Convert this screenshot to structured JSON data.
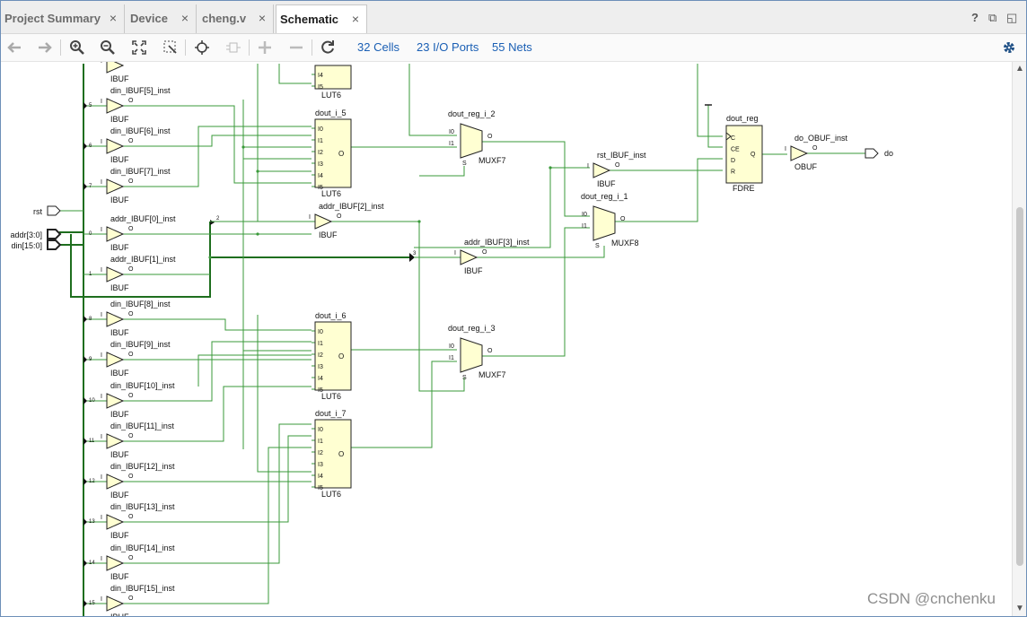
{
  "tabs": [
    {
      "label": "Project Summary",
      "close": "×"
    },
    {
      "label": "Device",
      "close": "×"
    },
    {
      "label": "cheng.v",
      "close": "×"
    },
    {
      "label": "Schematic",
      "close": "×"
    }
  ],
  "window_controls": {
    "help": "?",
    "restore": "⧉",
    "maximize": "◱"
  },
  "toolbar": {
    "cells": "32 Cells",
    "io_ports": "23 I/O Ports",
    "nets": "55 Nets",
    "icons": [
      "back-icon",
      "forward-icon",
      "zoom-in-icon",
      "zoom-out-icon",
      "fit-icon",
      "zoom-area-icon",
      "locate-icon",
      "route-icon",
      "add-icon",
      "remove-icon",
      "refresh-icon",
      "settings-icon"
    ]
  },
  "schematic": {
    "ports": {
      "rst": "rst",
      "addr": "addr[3:0]",
      "din": "din[15:0]",
      "do": "do"
    },
    "din_bufs": [
      {
        "index": "5",
        "name": "din_IBUF[5]_inst"
      },
      {
        "index": "6",
        "name": "din_IBUF[6]_inst"
      },
      {
        "index": "7",
        "name": "din_IBUF[7]_inst"
      },
      {
        "index": "8",
        "name": "din_IBUF[8]_inst"
      },
      {
        "index": "9",
        "name": "din_IBUF[9]_inst"
      },
      {
        "index": "10",
        "name": "din_IBUF[10]_inst"
      },
      {
        "index": "11",
        "name": "din_IBUF[11]_inst"
      },
      {
        "index": "12",
        "name": "din_IBUF[12]_inst"
      },
      {
        "index": "13",
        "name": "din_IBUF[13]_inst"
      },
      {
        "index": "14",
        "name": "din_IBUF[14]_inst"
      },
      {
        "index": "15",
        "name": "din_IBUF[15]_inst"
      }
    ],
    "addr_bufs": [
      {
        "index": "0",
        "name": "addr_IBUF[0]_inst"
      },
      {
        "index": "1",
        "name": "addr_IBUF[1]_inst"
      },
      {
        "index": "2",
        "name": "addr_IBUF[2]_inst"
      },
      {
        "index": "3",
        "name": "addr_IBUF[3]_inst"
      }
    ],
    "luts": [
      {
        "name": "dout_i_5",
        "type": "LUT6"
      },
      {
        "name": "dout_i_6",
        "type": "LUT6"
      },
      {
        "name": "dout_i_7",
        "type": "LUT6"
      }
    ],
    "muxes": [
      {
        "name": "dout_reg_i_2",
        "type": "MUXF7"
      },
      {
        "name": "dout_reg_i_3",
        "type": "MUXF7"
      },
      {
        "name": "dout_reg_i_1",
        "type": "MUXF8"
      }
    ],
    "rst_buf": {
      "name": "rst_IBUF_inst",
      "type": "IBUF"
    },
    "flop": {
      "name": "dout_reg",
      "type": "FDRE",
      "pins": [
        "C",
        "CE",
        "D",
        "R"
      ],
      "out": "Q"
    },
    "obuf": {
      "name": "do_OBUF_inst",
      "type": "OBUF"
    },
    "top_lut": {
      "type": "LUT6",
      "pins": [
        "I4",
        "I5"
      ]
    },
    "lut_pins": [
      "I0",
      "I1",
      "I2",
      "I3",
      "I4",
      "I5"
    ],
    "lut_out": "O",
    "ibuf_type": "IBUF",
    "buf_in": "I",
    "buf_out": "O",
    "mux_pins": {
      "i0": "I0",
      "i1": "I1",
      "s": "S",
      "o": "O"
    }
  },
  "watermark": "CSDN @cnchenku"
}
